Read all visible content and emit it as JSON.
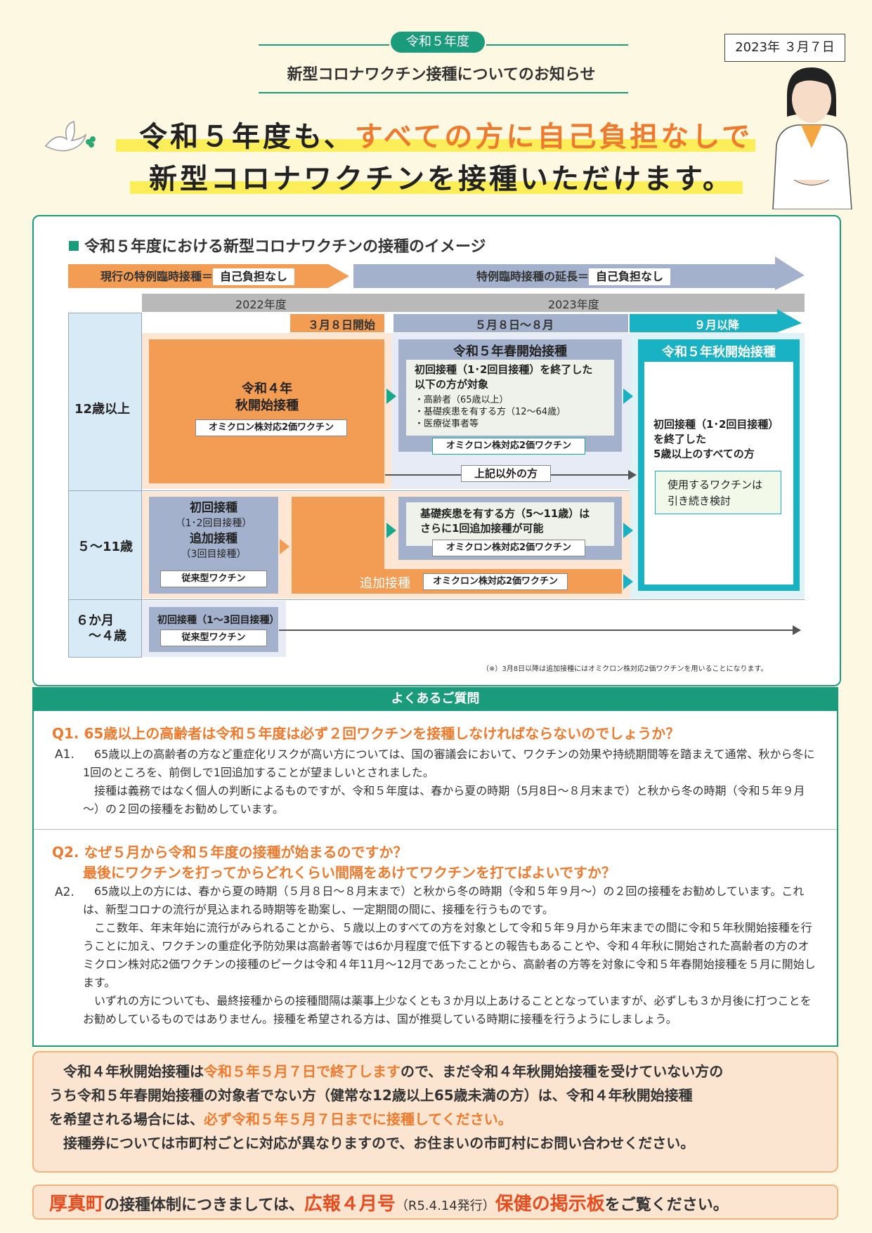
{
  "header": {
    "badge": "令和５年度",
    "title": "新型コロナワクチン接種についてのお知らせ",
    "date": "2023年 ３月７日",
    "headline1_a": "令和５年度も、",
    "headline1_b": "すべての方に自己負担なしで",
    "headline2": "新型コロナワクチンを接種いただけます。"
  },
  "diagram": {
    "title": "令和５年度における新型コロナワクチンの接種のイメージ",
    "bar_current": "現行の特例臨時接種＝",
    "bar_current_tag": "自己負担なし",
    "bar_extend": "特例臨時接種の延長＝",
    "bar_extend_tag": "自己負担なし",
    "year_2022": "2022年度",
    "year_2023": "2023年度",
    "period1": "３月８日開始",
    "period2": "５月８日～８月",
    "period3": "９月以降",
    "rows": [
      "12歳以上",
      "５～11歳",
      "６か月\n　～４歳"
    ],
    "r1_fall": "令和４年\n秋開始接種",
    "r1_fall_tag": "オミクロン株対応2価ワクチン",
    "spring_title": "令和５年春開始接種",
    "spring_desc": "初回接種（1･2回目接種）を終了した\n以下の方が対象",
    "spring_list": "・高齢者（65歳以上）\n・基礎疾患を有する方（12～64歳）\n・医療従事者等",
    "spring_tag": "オミクロン株対応2価ワクチン",
    "other": "上記以外の方",
    "autumn_title": "令和５年秋開始接種",
    "autumn_desc": "初回接種（1･2回目接種）\nを終了した\n5歳以上のすべての方",
    "autumn_vaccine": "使用するワクチンは\n引き続き検討",
    "r2_initial": "初回接種",
    "r2_initial_sub": "（1･2回目接種）",
    "r2_booster": "追加接種",
    "r2_booster_sub": "（3回目接種）",
    "r2_tag": "従来型ワクチン",
    "r2_spring": "基礎疾患を有する方（5～11歳）は\nさらに1回追加接種が可能",
    "r2_spring_tag": "オミクロン株対応2価ワクチン",
    "r2_booster_label": "追加接種",
    "r2_booster_tag": "オミクロン株対応2価ワクチン",
    "r3_initial": "初回接種（1～3回目接種）",
    "r3_tag": "従来型ワクチン",
    "footnote": "（※）3月8日以降は追加接種にはオミクロン株対応2価ワクチンを用いることになります。"
  },
  "faq": {
    "heading": "よくあるご質問",
    "q1": "Q1.  65歳以上の高齢者は令和５年度は必ず２回ワクチンを接種しなければならないのでしょうか？",
    "a1_label": "A1.",
    "a1_p1": "65歳以上の高齢者の方など重症化リスクが高い方については、国の審議会において、ワクチンの効果や持続期間等を踏まえて通常、秋から冬に1回のところを、前倒しで1回追加することが望ましいとされました。",
    "a1_p2": "接種は義務ではなく個人の判断によるものですが、令和５年度は、春から夏の時期（5月8日～８月末まで）と秋から冬の時期（令和５年９月～）の２回の接種をお勧めしています。",
    "q2_line1": "Q2.  なぜ５月から令和５年度の接種が始まるのですか？",
    "q2_line2": "最後にワクチンを打ってからどれくらい間隔をあけてワクチンを打てばよいですか？",
    "a2_label": "A2.",
    "a2_p1": "65歳以上の方には、春から夏の時期（５月８日～８月末まで）と秋から冬の時期（令和５年９月～）の２回の接種をお勧めしています。これは、新型コロナの流行が見込まれる時期等を勘案し、一定期間の間に、接種を行うものです。",
    "a2_p2": "ここ数年、年末年始に流行がみられることから、５歳以上のすべての方を対象として令和５年９月から年末までの間に令和５年秋開始接種を行うことに加え、ワクチンの重症化予防効果は高齢者等では6か月程度で低下するとの報告もあることや、令和４年秋に開始された高齢者の方のオミクロン株対応2価ワクチンの接種のピークは令和４年11月～12月であったことから、高齢者の方等を対象に令和５年春開始接種を５月に開始します。",
    "a2_p3": "いずれの方についても、最終接種からの接種間隔は薬事上少なくとも３か月以上あけることとなっていますが、必ずしも３か月後に打つことをお勧めしているものではありません。接種を希望される方は、国が推奨している時期に接種を行うようにしましょう。"
  },
  "notice": {
    "l1_a": "令和４年秋開始接種は",
    "l1_b": "令和５年５月７日で終了します",
    "l1_c": "ので、まだ令和４年秋開始接種を受けていない方の",
    "l2": "うち令和５年春開始接種の対象者でない方（健常な12歳以上65歳未満の方）は、令和４年秋開始接種",
    "l3_a": "を希望される場合には、",
    "l3_b": "必ず令和５年５月７日までに接種してください。",
    "l4": "接種券については市町村ごとに対応が異なりますので、お住まいの市町村にお問い合わせください。"
  },
  "footer": {
    "town": "厚真町",
    "t1": "の接種体制につきましては、",
    "koho": "広報４月号",
    "t2": "（R5.4.14発行）",
    "board": "保健の掲示板",
    "t3": "をご覧ください。"
  },
  "colors": {
    "accent": "#1a9b7c",
    "orange": "#ee7a2d",
    "teal": "#18b2c4",
    "blue_gray": "#a3b1cc"
  }
}
